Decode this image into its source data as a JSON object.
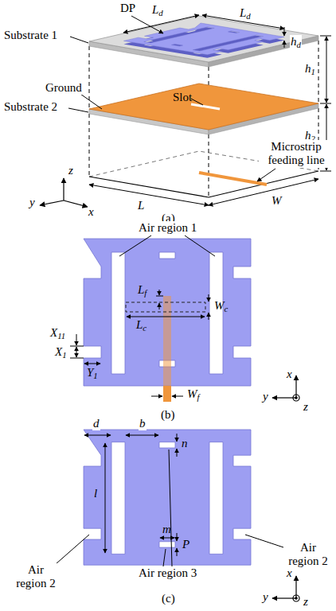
{
  "diagram": {
    "labels": [
      "DP",
      "Ld",
      "Ld",
      "hd",
      "h1",
      "Substrate 1",
      "Ground",
      "Substrate 2",
      "Slot",
      "h2",
      "Microstrip feeding line",
      "L",
      "W",
      "y",
      "x",
      "z",
      "(a)",
      "Air region 1",
      "Lf",
      "Wc",
      "Lc",
      "X11",
      "X1",
      "Y1",
      "Wf",
      "x",
      "y",
      "z",
      "(b)",
      "d",
      "b",
      "n",
      "l",
      "m",
      "P",
      "Air region 2",
      "Air region 2",
      "Air region 3",
      "x",
      "y",
      "z",
      "(c)"
    ]
  }
}
